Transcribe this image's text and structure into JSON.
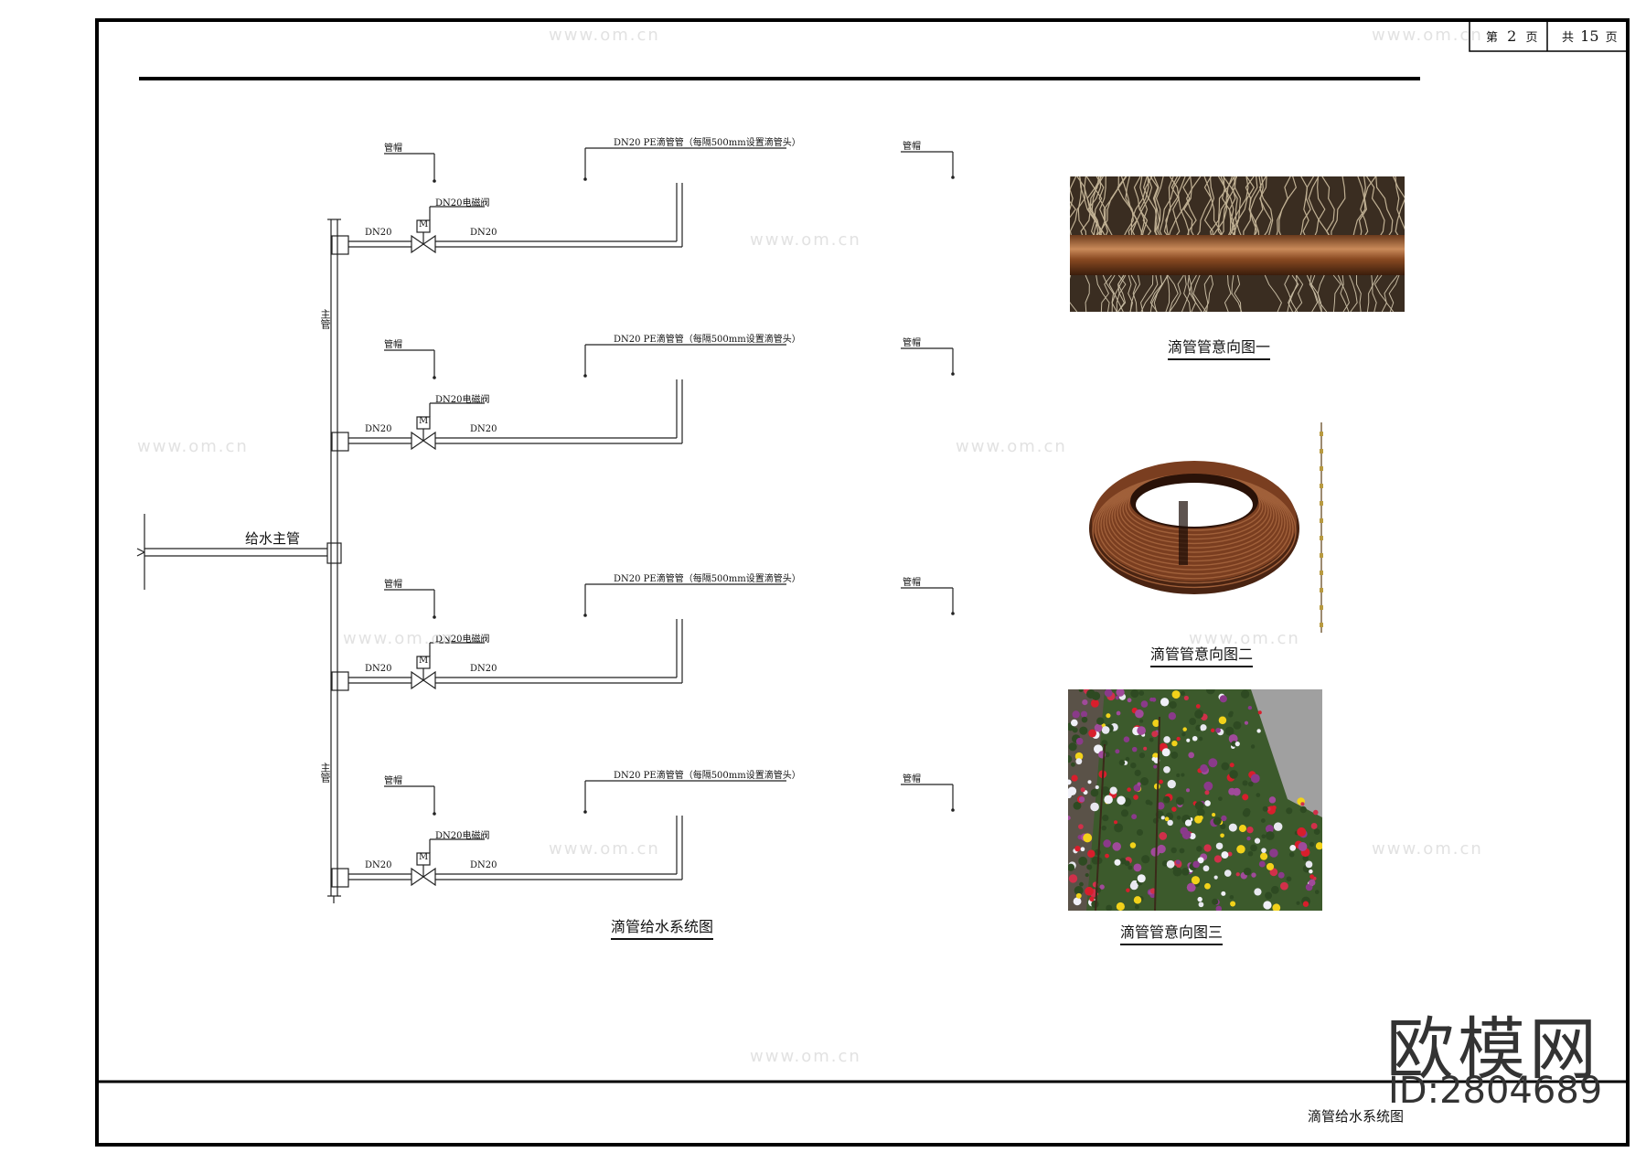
{
  "page": {
    "label_pre": "第",
    "current": "2",
    "label_post": "页",
    "total_pre": "共",
    "total": "15",
    "total_post": "页"
  },
  "diagram": {
    "title": "滴管给水系统图",
    "main_supply_label": "给水主管",
    "main_pipe_label": "主管",
    "branches": [
      {
        "cap_left": "管帽",
        "drip_label": "DN20 PE滴管管（每隔500mm设置滴管头）",
        "cap_right": "管帽",
        "valve_label": "DN20电磁阀",
        "valve_symbol": "M",
        "dn_in": "DN20",
        "dn_out": "DN20"
      },
      {
        "cap_left": "管帽",
        "drip_label": "DN20 PE滴管管（每隔500mm设置滴管头）",
        "cap_right": "管帽",
        "valve_label": "DN20电磁阀",
        "valve_symbol": "M",
        "dn_in": "DN20",
        "dn_out": "DN20"
      },
      {
        "cap_left": "管帽",
        "drip_label": "DN20 PE滴管管（每隔500mm设置滴管头）",
        "cap_right": "管帽",
        "valve_label": "DN20电磁阀",
        "valve_symbol": "M",
        "dn_in": "DN20",
        "dn_out": "DN20"
      },
      {
        "cap_left": "管帽",
        "drip_label": "DN20 PE滴管管（每隔500mm设置滴管头）",
        "cap_right": "管帽",
        "valve_label": "DN20电磁阀",
        "valve_symbol": "M",
        "dn_in": "DN20",
        "dn_out": "DN20"
      }
    ]
  },
  "images": [
    {
      "caption": "滴管管意向图一"
    },
    {
      "caption": "滴管管意向图二"
    },
    {
      "caption": "滴管管意向图三"
    }
  ],
  "footer": {
    "drawing_name": "滴管给水系统图"
  },
  "watermark": {
    "brand": "欧模网",
    "id": "ID:2804689",
    "url": "www.om.cn"
  }
}
